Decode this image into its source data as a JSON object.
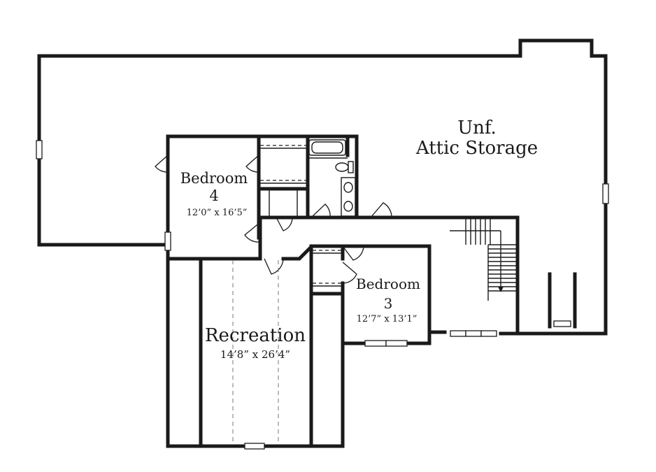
{
  "rooms": {
    "attic": {
      "line1": "Unf.",
      "line2": "Attic Storage"
    },
    "bedroom4": {
      "name": "Bedroom",
      "number": "4",
      "dims": "12’0” x 16’5”"
    },
    "bedroom3": {
      "name": "Bedroom",
      "number": "3",
      "dims": "12’7” x 13’1”"
    },
    "recreation": {
      "name": "Recreation",
      "dims": "14’8” x 26’4”"
    }
  }
}
